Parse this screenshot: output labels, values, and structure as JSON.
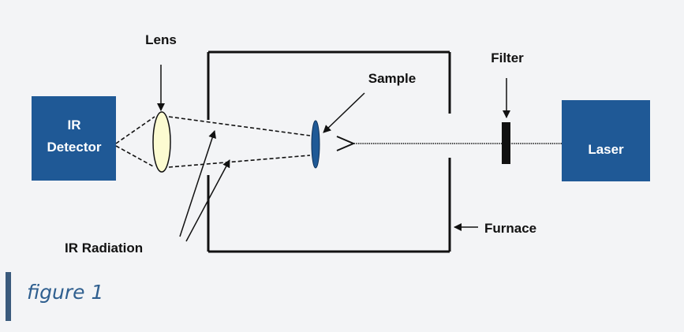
{
  "diagram": {
    "ir_detector_line1": "IR",
    "ir_detector_line2": "Detector",
    "laser": "Laser",
    "lens": "Lens",
    "sample": "Sample",
    "filter": "Filter",
    "furnace": "Furnace",
    "ir_radiation": "IR Radiation",
    "colors": {
      "box_fill": "#1f5996",
      "lens_fill": "#fcfbd1",
      "sample_fill": "#1f5996",
      "line": "#111111",
      "background": "#f3f4f6"
    }
  },
  "caption": {
    "text": "figure 1",
    "bar_color": "#3a5a7c",
    "text_color": "#2f5f8f"
  }
}
